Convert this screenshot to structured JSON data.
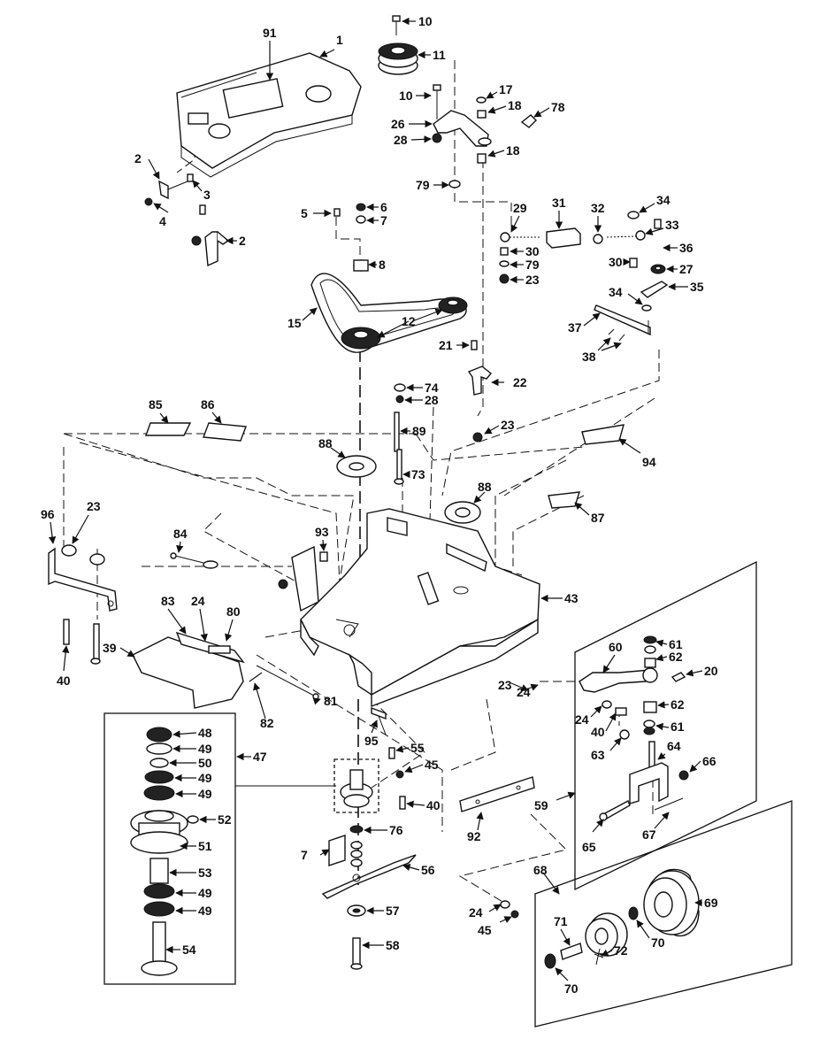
{
  "callouts": {
    "c1": "1",
    "c91": "91",
    "c10a": "10",
    "c11": "11",
    "c10b": "10",
    "c17": "17",
    "c18a": "18",
    "c78": "78",
    "c26": "26",
    "c28a": "28",
    "c18b": "18",
    "c2a": "2",
    "c3": "3",
    "c4": "4",
    "c2b": "2",
    "c79a": "79",
    "c5": "5",
    "c6": "6",
    "c7a": "7",
    "c29": "29",
    "c31": "31",
    "c32": "32",
    "c34a": "34",
    "c33": "33",
    "c30a": "30",
    "c79b": "79",
    "c23a": "23",
    "c36": "36",
    "c30b": "30",
    "c27": "27",
    "c8": "8",
    "c35": "35",
    "c34b": "34",
    "c15": "15",
    "c12": "12",
    "c37": "37",
    "c38": "38",
    "c21": "21",
    "c22": "22",
    "c74": "74",
    "c28b": "28",
    "c85": "85",
    "c86": "86",
    "c89": "89",
    "c23b": "23",
    "c94": "94",
    "c88a": "88",
    "c73": "73",
    "c88b": "88",
    "c96": "96",
    "c23c": "23",
    "c87": "87",
    "c84": "84",
    "c93": "93",
    "c43": "43",
    "c83": "83",
    "c24a": "24",
    "c80": "80",
    "c39": "39",
    "c60": "60",
    "c61a": "61",
    "c62a": "62",
    "c20": "20",
    "c40a": "40",
    "c23d": "23",
    "c24b": "24",
    "c81": "81",
    "c82": "82",
    "c24c": "24",
    "c62b": "62",
    "c40b": "40",
    "c61b": "61",
    "c95": "95",
    "c48": "48",
    "c47": "47",
    "c49a": "49",
    "c50": "50",
    "c49b": "49",
    "c49c": "49",
    "c55": "55",
    "c45a": "45",
    "c63": "63",
    "c64": "64",
    "c66": "66",
    "c40c": "40",
    "c52": "52",
    "c59": "59",
    "c51": "51",
    "c76": "76",
    "c65": "65",
    "c67": "67",
    "c7b": "7",
    "c56": "56",
    "c92": "92",
    "c53": "53",
    "c68": "68",
    "c49d": "49",
    "c69": "69",
    "c49e": "49",
    "c57": "57",
    "c24d": "24",
    "c45b": "45",
    "c71": "71",
    "c72": "72",
    "c70a": "70",
    "c54": "54",
    "c58": "58",
    "c70b": "70"
  }
}
